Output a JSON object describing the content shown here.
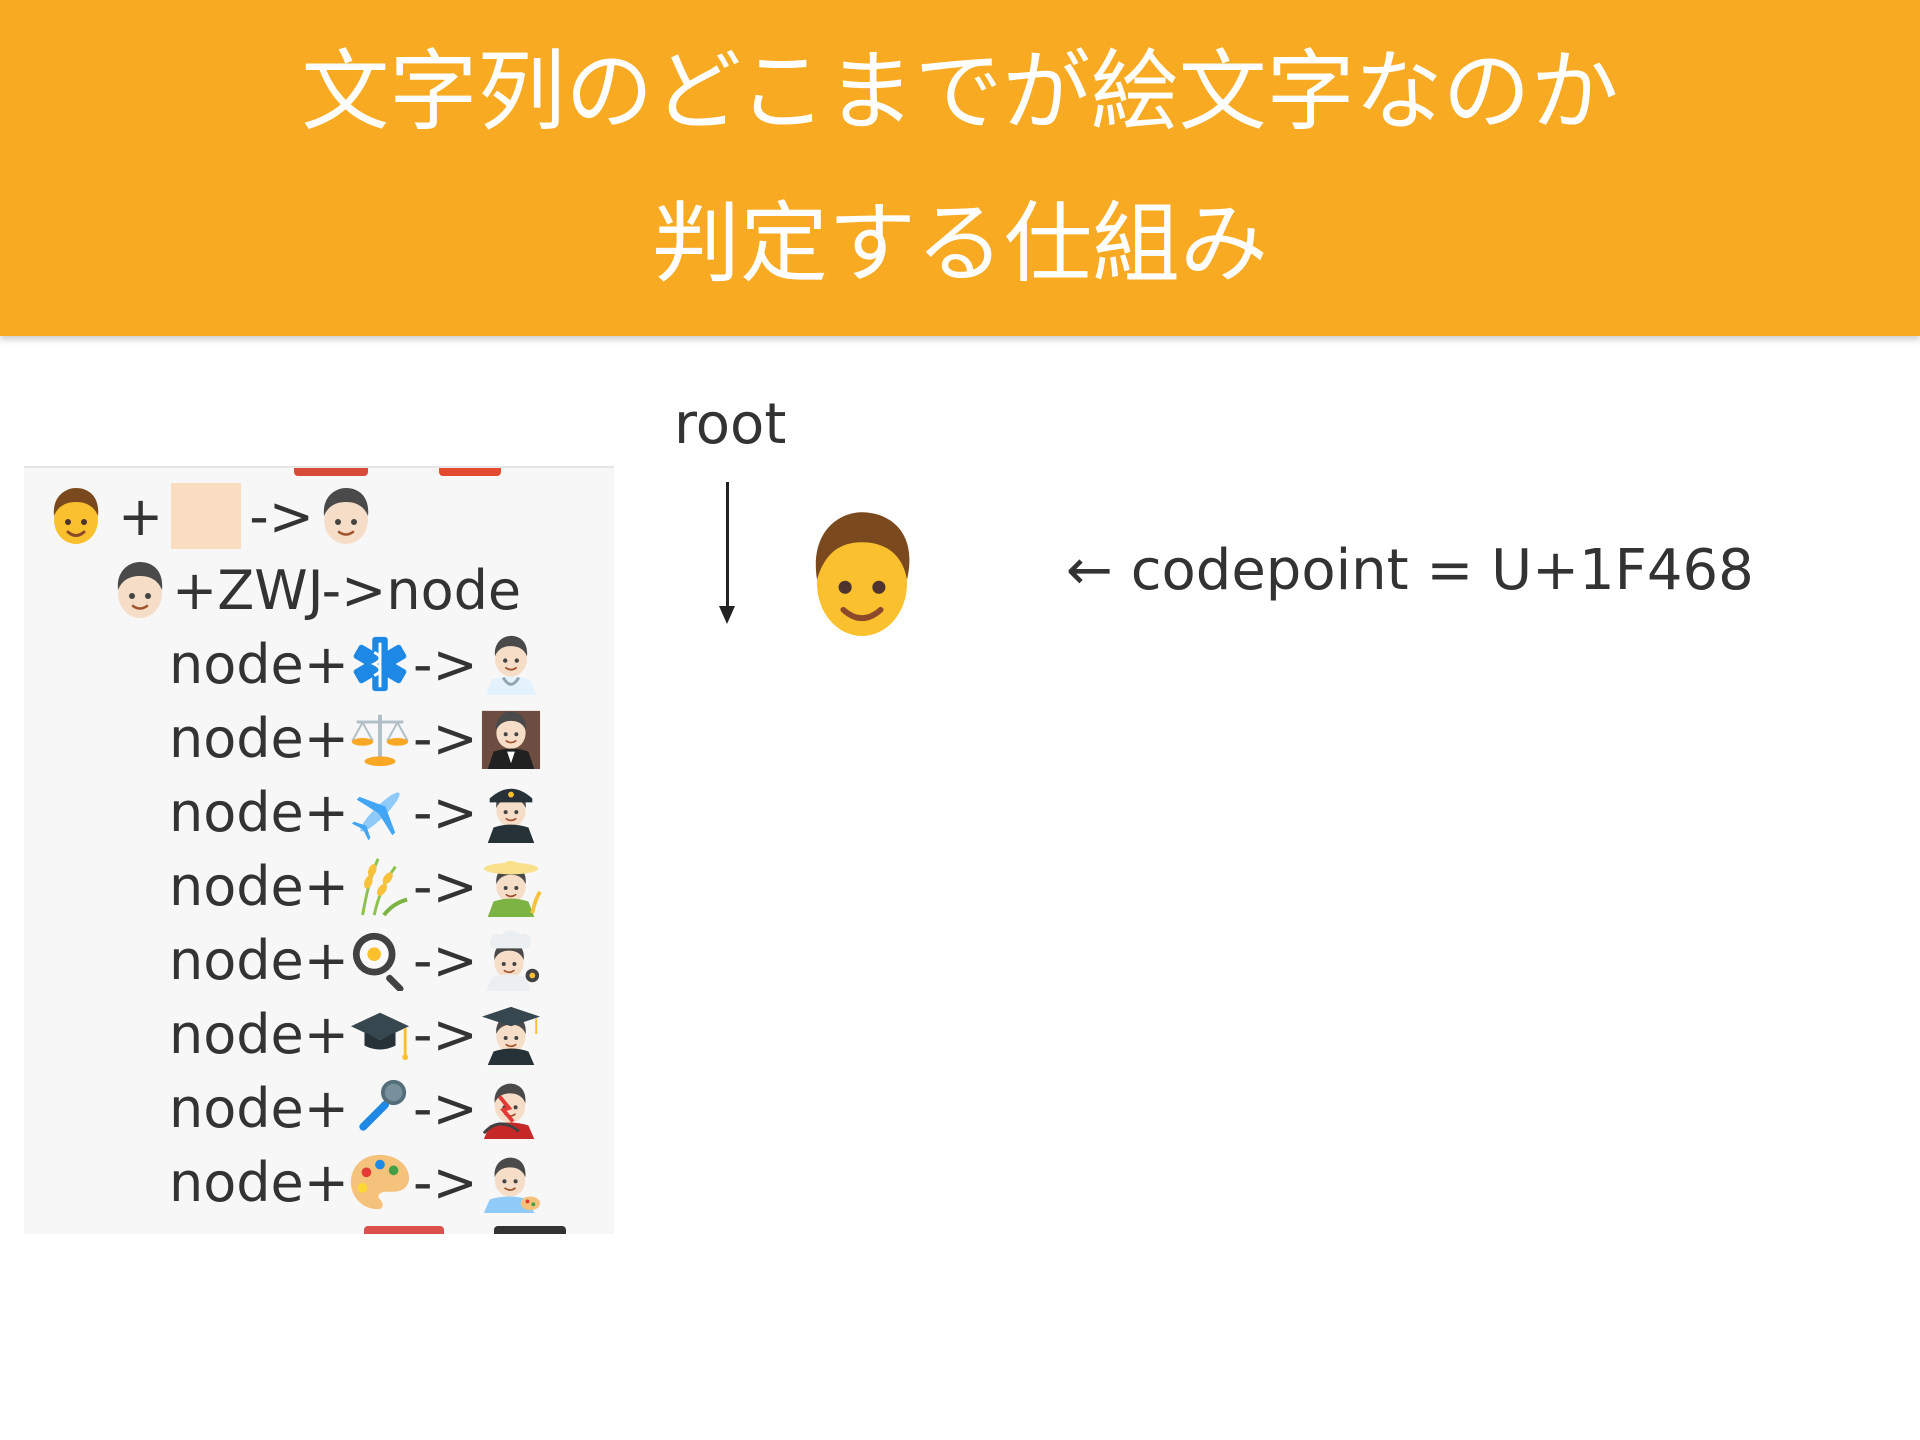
{
  "slide": {
    "title_line1": "文字列のどこまでが絵文字なのか",
    "title_line2": "判定する仕組み",
    "accent_color": "#f9aa23"
  },
  "tree": {
    "row0": {
      "plus": "+",
      "arrow": "->",
      "left_icon": "man-face-icon",
      "right_icon": "man-light-skin-face-icon"
    },
    "row1": {
      "text": "+ZWJ->node",
      "icon": "man-light-skin-face-icon"
    },
    "node_rows": [
      {
        "prefix": "node+",
        "arrow": "->",
        "icon": "medical-symbol-icon",
        "result": "man-health-worker-icon"
      },
      {
        "prefix": "node+",
        "arrow": "->",
        "icon": "scales-icon",
        "result": "man-judge-icon"
      },
      {
        "prefix": "node+",
        "arrow": "->",
        "icon": "airplane-icon",
        "result": "man-pilot-icon"
      },
      {
        "prefix": "node+",
        "arrow": "->",
        "icon": "rice-ear-icon",
        "result": "man-farmer-icon"
      },
      {
        "prefix": "node+",
        "arrow": "->",
        "icon": "frying-pan-icon",
        "result": "man-cook-icon"
      },
      {
        "prefix": "node+",
        "arrow": "->",
        "icon": "graduation-cap-icon",
        "result": "man-student-icon"
      },
      {
        "prefix": "node+",
        "arrow": "->",
        "icon": "microphone-icon",
        "result": "man-singer-icon"
      },
      {
        "prefix": "node+",
        "arrow": "->",
        "icon": "artist-palette-icon",
        "result": "man-artist-icon"
      }
    ]
  },
  "diagram": {
    "root_label": "root",
    "arrow_icon": "down-arrow-icon",
    "emoji_icon": "man-face-icon",
    "codepoint_text": "← codepoint = U+1F468"
  }
}
